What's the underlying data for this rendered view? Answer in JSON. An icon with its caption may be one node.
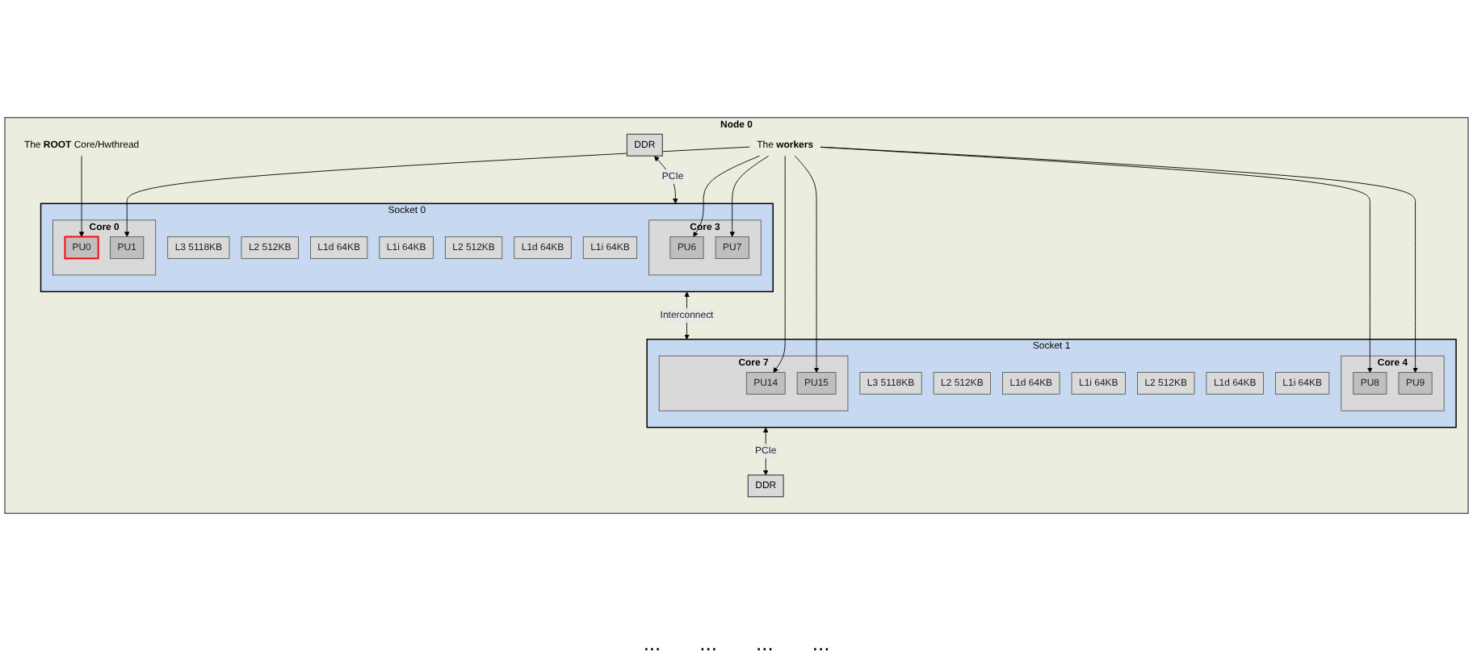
{
  "diagram": {
    "nodes": [
      {
        "text": [
          "Node 0"
        ]
      },
      {
        "text": [
          "DDR"
        ],
        "in": 0
      },
      {
        "text": [
          "Socket 0"
        ],
        "in": 0
      },
      {
        "text": [
          "L3 5118KB"
        ],
        "in": 2
      },
      {
        "text": [
          "L2 512KB"
        ],
        "in": 2
      },
      {
        "text": [
          "L1d 64KB"
        ],
        "in": 2
      },
      {
        "text": [
          "L1i 64KB"
        ],
        "in": 2
      },
      {
        "text": [
          "L2 512KB"
        ],
        "in": 2
      },
      {
        "text": [
          "L1d 64KB"
        ],
        "in": 2
      },
      {
        "text": [
          "L1i 64KB"
        ],
        "in": 2
      },
      {
        "text": [
          "Core 0"
        ],
        "in": 2
      },
      {
        "text": [
          "PU0"
        ],
        "in": 10
      },
      {
        "text": [
          "PU1"
        ],
        "in": 10
      },
      {
        "text": [
          "Core 3"
        ],
        "in": 2
      },
      {
        "text": [
          "PU6"
        ],
        "in": 13
      },
      {
        "text": [
          "PU7"
        ],
        "in": 13
      },
      {
        "text": [
          "Socket 1"
        ],
        "in": 0
      },
      {
        "text": [
          "L3 5118KB"
        ],
        "in": 16
      },
      {
        "text": [
          "L2 512KB"
        ],
        "in": 16
      },
      {
        "text": [
          "L1d 64KB"
        ],
        "in": 16
      },
      {
        "text": [
          "L1i 64KB"
        ],
        "in": 16
      },
      {
        "text": [
          "L2 512KB"
        ],
        "in": 16
      },
      {
        "text": [
          "L1d 64KB"
        ],
        "in": 16
      },
      {
        "text": [
          "L1i 64KB"
        ],
        "in": 16
      },
      {
        "text": [
          "Core 4"
        ],
        "in": 16
      },
      {
        "text": [
          "PU8"
        ],
        "in": 24
      },
      {
        "text": [
          "PU9"
        ],
        "in": 24
      },
      {
        "text": [
          "Core 7"
        ],
        "in": 16
      },
      {
        "text": [
          "PU14"
        ],
        "in": 27
      },
      {
        "text": [
          "PU15"
        ],
        "in": 27
      },
      {
        "text": [
          "DDR"
        ],
        "in": 0
      },
      {
        "text": [
          "The **ROOT** Core/Hwthread"
        ],
        "in": 0
      },
      {
        "text": [
          "The **workers**"
        ],
        "in": 0
      }
    ],
    "edges": [
      {
        "from": 1,
        "to": 2,
        "arrow": "both",
        "label": "PCIe"
      },
      {
        "from": 2,
        "to": 16,
        "arrow": "both",
        "label": "Interconnect"
      },
      {
        "from": 16,
        "to": 30,
        "arrow": "both",
        "label": "PCIe"
      },
      {
        "from": 31,
        "to": 11,
        "arrow": "to"
      },
      {
        "from": 32,
        "to": 12,
        "arrow": "to"
      },
      {
        "from": 32,
        "to": 14,
        "arrow": "to"
      },
      {
        "from": 32,
        "to": 15,
        "arrow": "to"
      },
      {
        "from": 32,
        "to": 25,
        "arrow": "to"
      },
      {
        "from": 32,
        "to": 26,
        "arrow": "to"
      },
      {
        "from": 32,
        "to": 28,
        "arrow": "to"
      },
      {
        "from": 32,
        "to": 29,
        "arrow": "to"
      }
    ],
    "labels": [
      "...",
      "...",
      "...",
      "..."
    ]
  }
}
